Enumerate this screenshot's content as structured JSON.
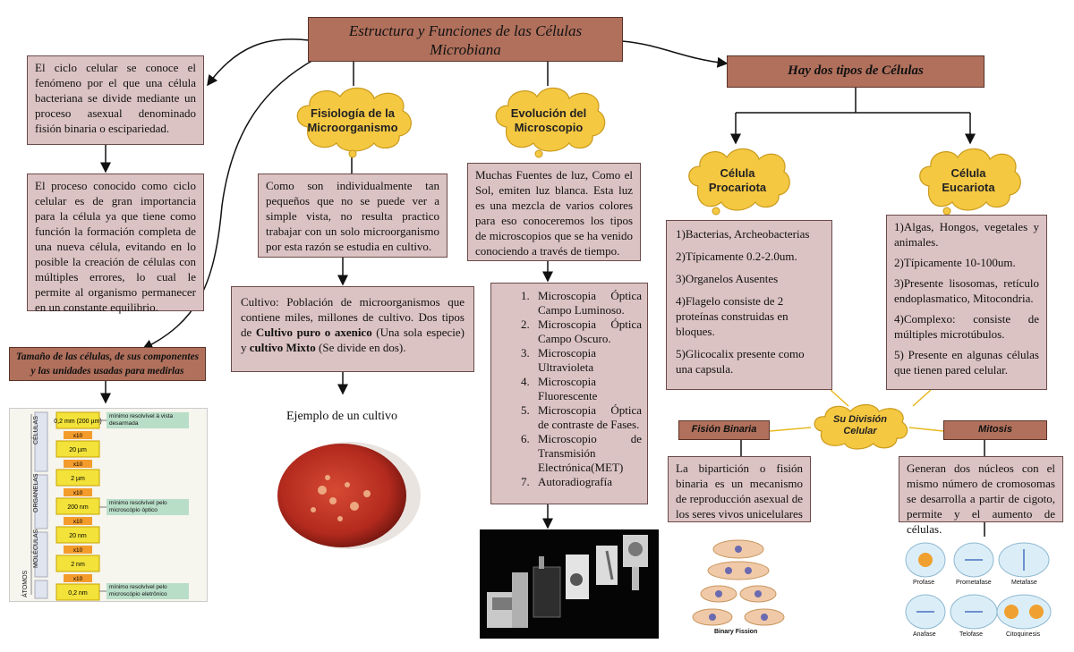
{
  "title": {
    "line1": "Estructura y Funciones de las Células",
    "line2": "Microbiana"
  },
  "ciclo_box": "El ciclo celular se conoce el fenómeno por el que una célula bacteriana se divide mediante un proceso asexual denominado fisión binaria o escipariedad.",
  "proceso_box": "El proceso conocido como ciclo celular es de gran importancia para la célula ya que tiene como función la formación completa de una nueva célula, evitando en lo posible la creación de células con múltiples errores, lo cual le permite al organismo permanecer en un constante equilibrio.",
  "tamano_header": "Tamaño de las células, de sus componentes y las unidades usadas para medirlas",
  "scale_figure": {
    "groups": [
      "CÉLULAS",
      "ORGANELAS",
      "MOLÉCULAS",
      "ÁTOMOS"
    ],
    "units": [
      "0,2 mm (200 µm)",
      "20 µm",
      "2 µm",
      "200 nm",
      "20 nm",
      "2 nm",
      "0,2 nm"
    ],
    "factor": "x10",
    "notes": [
      "mínimo resolvível à vista desarmada",
      "mínimo resolvível pelo microscópio óptico",
      "mínimo resolvível pelo microscópio eletrônico"
    ]
  },
  "fisiologia_cloud": "Fisiología de la Microorganismo",
  "fisiologia_box": "Como son individualmente tan pequeños que no se puede ver a simple vista, no resulta practico trabajar con un solo microorganismo por esta razón se estudia en cultivo.",
  "cultivo_box": {
    "part1": "Cultivo: Población de microorganismos que contiene miles, millones de cultivo. Dos tipos de ",
    "bold1": "Cultivo puro o axenico",
    "part2": " (Una sola especie) y ",
    "bold2": "cultivo Mixto",
    "part3": " (Se divide en dos)."
  },
  "ejemplo_label": "Ejemplo de un cultivo",
  "evolucion_cloud": "Evolución del Microscopio",
  "luz_box": "Muchas Fuentes de luz, Como el Sol, emiten luz blanca. Esta luz es una mezcla de varios colores para eso conoceremos los tipos de microscopios que se ha venido conociendo a través de tiempo.",
  "microscopios": [
    "Microscopia Óptica Campo Luminoso.",
    "Microscopia Óptica Campo Oscuro.",
    "Microscopia Ultravioleta",
    "Microscopia Fluorescente",
    "Microscopia Óptica de contraste de Fases.",
    "Microscopio de Transmisión Electrónica(MET)",
    "Autoradiografía"
  ],
  "tipos_header": "Hay dos tipos de  Células",
  "procariota_cloud": "Célula Procariota",
  "eucariota_cloud": "Célula Eucariota",
  "procariota_items": [
    "1)Bacterias, Archeobacterias",
    "2)Típicamente 0.2-2.0um.",
    "3)Organelos Ausentes",
    "4)Flagelo consiste de 2 proteínas construidas en bloques.",
    "5)Glicocalix presente como una capsula."
  ],
  "eucariota_items": [
    "1)Algas, Hongos, vegetales y animales.",
    "2)Típicamente 10-100um.",
    "3)Presente lisosomas, retículo endoplasmatico, Mitocondria.",
    "4)Complexo: consiste de múltiples microtúbulos.",
    " 5) Presente en algunas células que tienen pared celular."
  ],
  "division_cloud": "Su División Celular",
  "fision_header": "Fisión Binaria",
  "mitosis_header": "Mitosis",
  "fision_box": "La bipartición o fisión binaria es un mecanismo de reproducción asexual de los seres vivos unicelulares",
  "mitosis_box": "Generan dos núcleos con el mismo número de cromosomas se desarrolla a partir de cigoto, permite y el aumento de células.",
  "binary_caption": "Binary Fission",
  "mitosis_phases": [
    "Profase",
    "Prometafase",
    "Metafase",
    "Anafase",
    "Telofase",
    "Citoquinesis"
  ],
  "colors": {
    "box_fill": "#dcc3c3",
    "header_fill": "#b0705c",
    "cloud_fill": "#f5c842",
    "accent": "#e8b820"
  }
}
